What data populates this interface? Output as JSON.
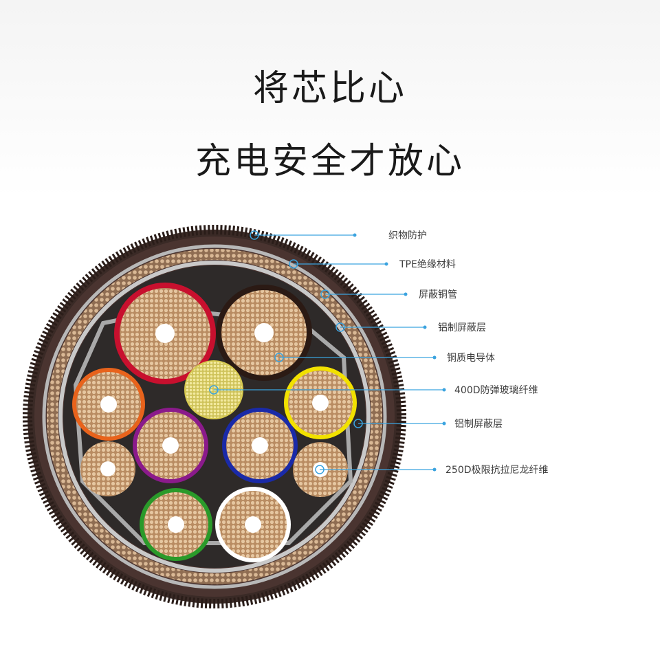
{
  "headline": {
    "line1": "将芯比心",
    "line2": "充电安全才放心"
  },
  "labels": [
    "织物防护",
    "TPE绝缘材料",
    "屏蔽铜管",
    "铝制屏蔽层",
    "铜质电导体",
    "400D防弹玻璃纤维",
    "铝制屏蔽层",
    "250D极限抗拉尼龙纤维"
  ],
  "colors": {
    "callout_line": "#3aa3df",
    "jacket": "#3a2a26",
    "copper": "#c9a27a",
    "core_red": "#c8102e",
    "core_dark": "#2b1a14",
    "core_orange": "#e8631c",
    "core_purple": "#8b1a8b",
    "core_blue": "#1a2aa8",
    "core_yellow": "#f2e100",
    "core_green": "#2a9a2a",
    "core_white": "#ffffff",
    "fiber": "#e3d67a"
  }
}
